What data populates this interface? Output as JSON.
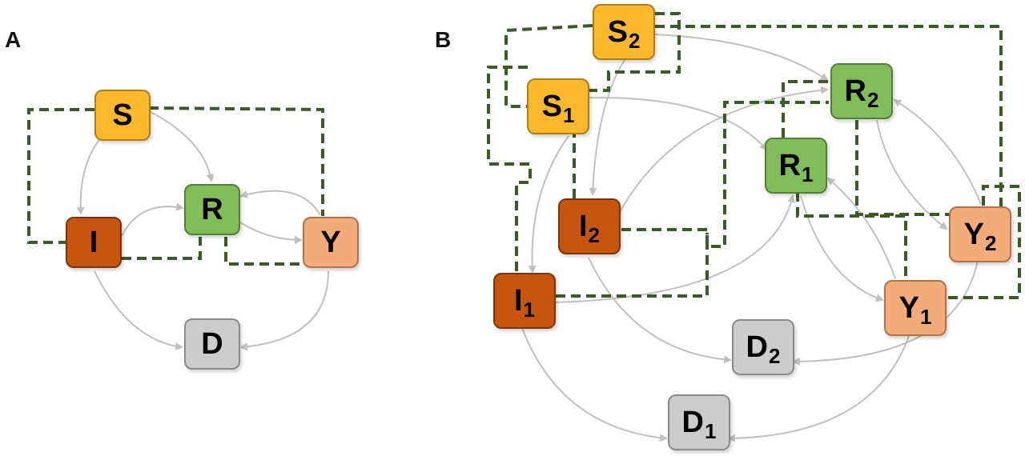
{
  "panels": [
    {
      "id": "A",
      "label": "A"
    },
    {
      "id": "B",
      "label": "B"
    }
  ],
  "colors": {
    "S": {
      "fill": "#fbb92b",
      "border": "#b07d10"
    },
    "I": {
      "fill": "#c65510",
      "border": "#7e3408"
    },
    "R": {
      "fill": "#80bd58",
      "border": "#557f37"
    },
    "Y": {
      "fill": "#f3ab7a",
      "border": "#b27246"
    },
    "D": {
      "fill": "#cccccc",
      "border": "#8a8a8a"
    },
    "flow_edge": "#c0c0c0",
    "interaction_edge": "#3b5a25"
  },
  "nodes": {
    "A_S": {
      "base": "S",
      "sub": ""
    },
    "A_I": {
      "base": "I",
      "sub": ""
    },
    "A_R": {
      "base": "R",
      "sub": ""
    },
    "A_Y": {
      "base": "Y",
      "sub": ""
    },
    "A_D": {
      "base": "D",
      "sub": ""
    },
    "B_S2": {
      "base": "S",
      "sub": "2"
    },
    "B_S1": {
      "base": "S",
      "sub": "1"
    },
    "B_R2": {
      "base": "R",
      "sub": "2"
    },
    "B_R1": {
      "base": "R",
      "sub": "1"
    },
    "B_I2": {
      "base": "I",
      "sub": "2"
    },
    "B_I1": {
      "base": "I",
      "sub": "1"
    },
    "B_Y2": {
      "base": "Y",
      "sub": "2"
    },
    "B_Y1": {
      "base": "Y",
      "sub": "1"
    },
    "B_D2": {
      "base": "D",
      "sub": "2"
    },
    "B_D1": {
      "base": "D",
      "sub": "1"
    }
  },
  "flow_edges": [
    [
      "A_S",
      "A_I"
    ],
    [
      "A_S",
      "A_R"
    ],
    [
      "A_I",
      "A_R"
    ],
    [
      "A_R",
      "A_Y"
    ],
    [
      "A_Y",
      "A_R"
    ],
    [
      "A_I",
      "A_D"
    ],
    [
      "A_Y",
      "A_D"
    ],
    [
      "B_S2",
      "B_R2"
    ],
    [
      "B_S2",
      "B_I2"
    ],
    [
      "B_S1",
      "B_R1"
    ],
    [
      "B_S1",
      "B_I1"
    ],
    [
      "B_I2",
      "B_R2"
    ],
    [
      "B_I1",
      "B_R1"
    ],
    [
      "B_I2",
      "B_D2"
    ],
    [
      "B_I1",
      "B_D1"
    ],
    [
      "B_R2",
      "B_Y2"
    ],
    [
      "B_Y2",
      "B_R2"
    ],
    [
      "B_R1",
      "B_Y1"
    ],
    [
      "B_Y1",
      "B_R1"
    ],
    [
      "B_Y2",
      "B_D2"
    ],
    [
      "B_Y1",
      "B_D1"
    ]
  ]
}
